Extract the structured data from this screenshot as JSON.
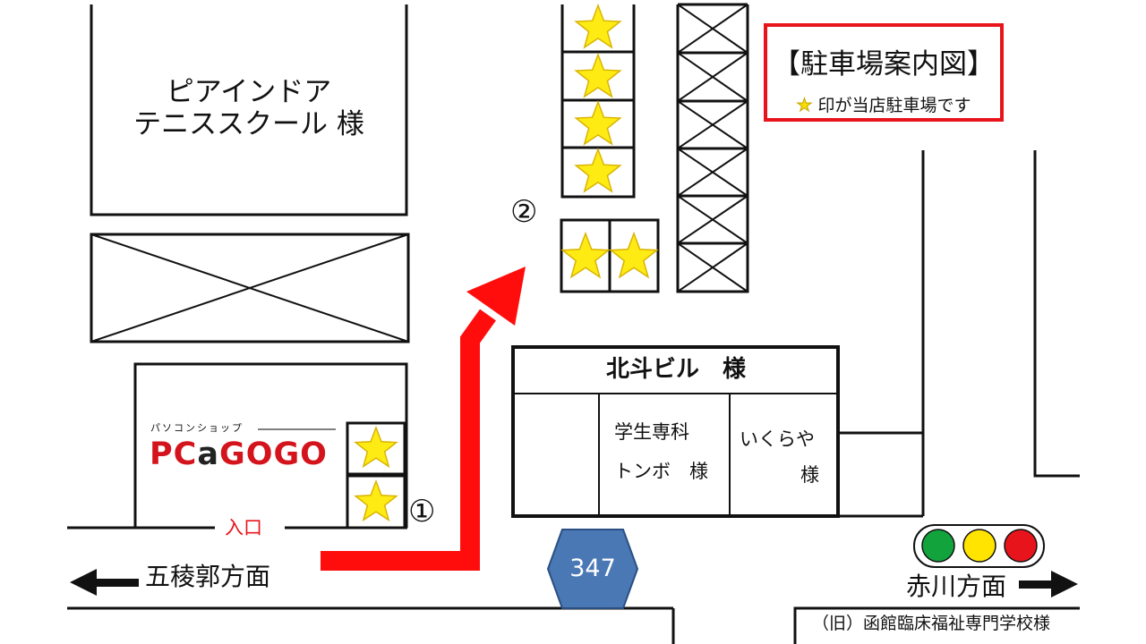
{
  "legend": {
    "title": "【駐車場案内図】",
    "star_glyph": "★",
    "note": "印が当店駐車場です"
  },
  "buildings": {
    "tennis_line1": "ピアインドア",
    "tennis_line2": "テニススクール 様",
    "hokuto": "北斗ビル　様",
    "tombo_line1": "学生専科",
    "tombo_line2": "トンボ　様",
    "ikuraya_line1": "いくらや",
    "ikuraya_line2": "様",
    "school": "（旧）函館臨床福祉専門学校様"
  },
  "logo": {
    "subtitle": "パソコンショップ",
    "name_part1": "PC",
    "name_part2": "a",
    "name_part3": "GOGO",
    "brand_color": "#d4141c"
  },
  "markers": {
    "lot1": "①",
    "lot2": "②",
    "entrance": "入口"
  },
  "directions": {
    "left": "五稜郭方面",
    "right": "赤川方面"
  },
  "route_sign": "347",
  "colors": {
    "arrow": "#ff0d0d",
    "star_fill": "#ffeb14",
    "star_stroke": "#d9b400",
    "sign_fill": "#4a78b5",
    "light_green": "#12a33c",
    "light_yellow": "#ffe400",
    "light_red": "#e8141c"
  }
}
